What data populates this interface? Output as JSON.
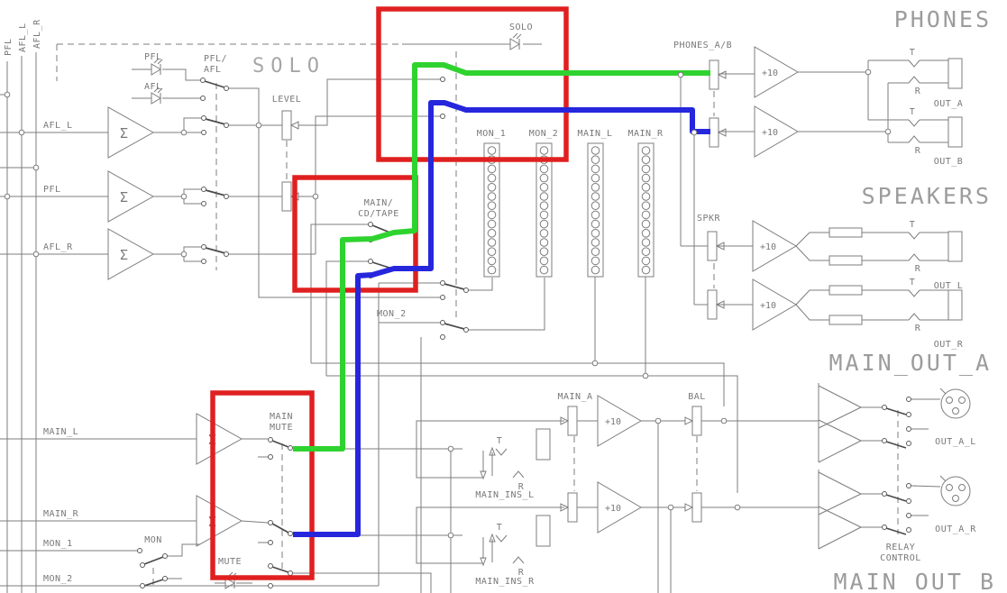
{
  "colors": {
    "highlight": "#e02020",
    "trace_green": "#2fd32f",
    "trace_blue": "#2626dd",
    "line": "#7d7d7d"
  },
  "titles": {
    "phones": "PHONES",
    "speakers": "SPEAKERS",
    "main_out_a": "MAIN_OUT_A",
    "main_out_b": "MAIN OUT B",
    "solo": "SOLO"
  },
  "buses": {
    "pfl": "PFL",
    "afl_l": "AFL_L",
    "afl_r": "AFL_R"
  },
  "inputs": {
    "afl_l": "AFL_L",
    "pfl": "PFL",
    "afl_r": "AFL_R",
    "main_l": "MAIN_L",
    "main_r": "MAIN_R",
    "mon_1": "MON_1",
    "mon_2": "MON_2"
  },
  "leds": {
    "pfl": "PFL",
    "afl": "AFL",
    "solo": "SOLO"
  },
  "switches": {
    "pfl_afl_1": "PFL/",
    "pfl_afl_2": "AFL",
    "main_cd_tape_1": "MAIN/",
    "main_cd_tape_2": "CD/TAPE",
    "mon_2": "MON_2",
    "mon": "MON",
    "main_mute_1": "MAIN",
    "main_mute_2": "MUTE",
    "mute": "MUTE"
  },
  "faders": {
    "level": "LEVEL",
    "phones_ab": "PHONES_A/B",
    "spkr": "SPKR",
    "main_a": "MAIN_A",
    "bal": "BAL"
  },
  "amps": {
    "gain": "+10",
    "sum": "Σ"
  },
  "meters": [
    "MON_1",
    "MON_2",
    "MAIN_L",
    "MAIN_R"
  ],
  "jacks": {
    "tip": "T",
    "ring": "R",
    "out_a": "OUT_A",
    "out_b": "OUT_B",
    "out_l": "OUT_L",
    "out_r": "OUT_R"
  },
  "inserts": {
    "left": "MAIN_INS_L",
    "right": "MAIN_INS_R"
  },
  "xlr": {
    "out_a_l": "OUT_A_L",
    "out_a_r": "OUT_A_R"
  },
  "relay": {
    "line1": "RELAY",
    "line2": "CONTROL"
  }
}
